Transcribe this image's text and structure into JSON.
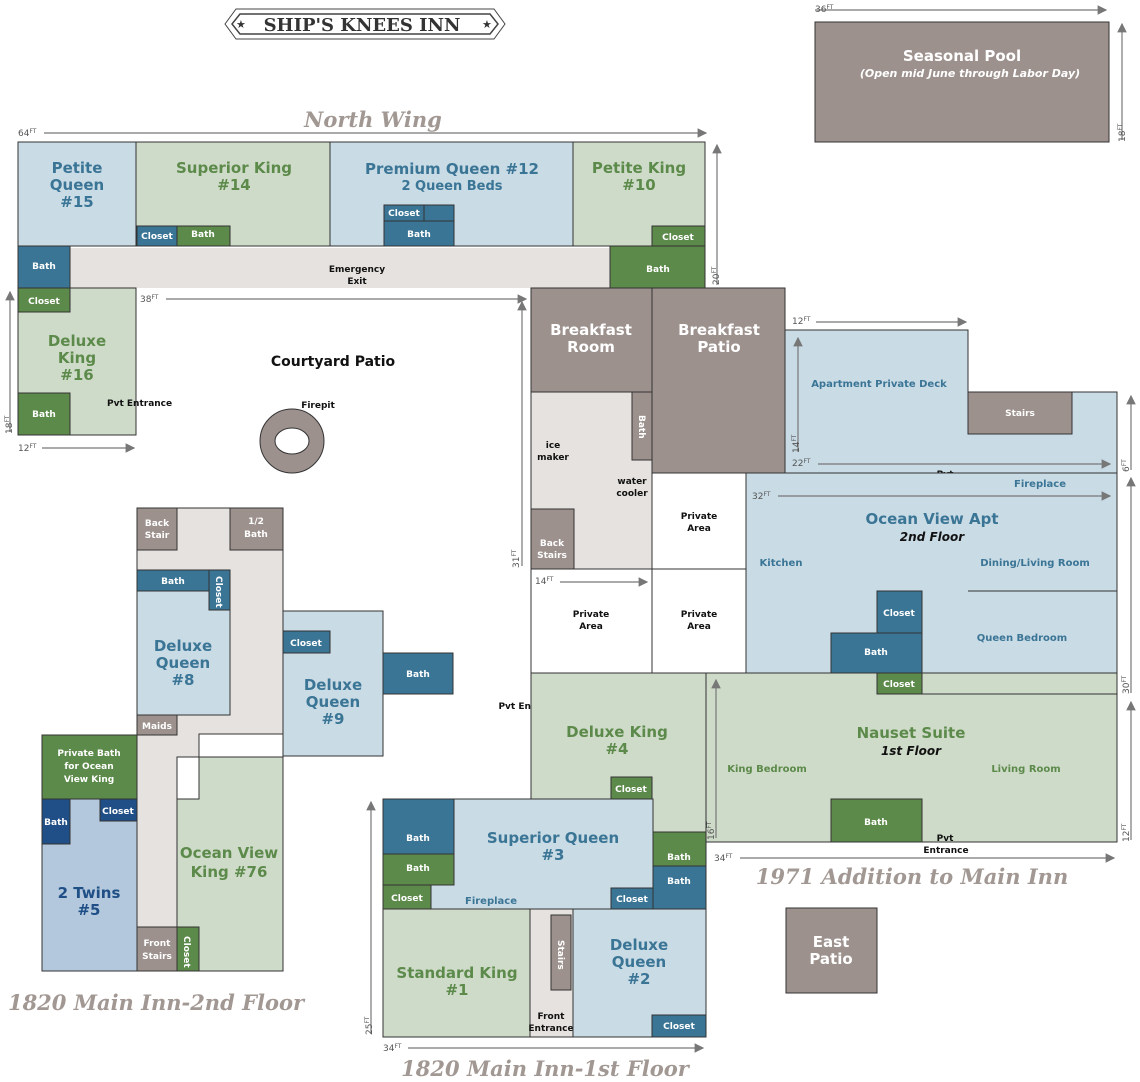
{
  "title": "SHIP'S KNEES INN",
  "sections": {
    "north_wing": "North Wing",
    "addition": "1971 Addition to Main Inn",
    "main_2nd": "1820 Main Inn-2nd Floor",
    "main_1st": "1820 Main Inn-1st Floor"
  },
  "pool": {
    "name": "Seasonal Pool",
    "note": "(Open mid June through Labor Day)"
  },
  "rooms": {
    "petite_queen_15": {
      "line1": "Petite",
      "line2": "Queen",
      "line3": "#15"
    },
    "superior_king_14": {
      "line1": "Superior King",
      "line2": "#14"
    },
    "premium_queen_12": {
      "line1": "Premium Queen #12",
      "line2": "2 Queen Beds"
    },
    "petite_king_10": {
      "line1": "Petite King",
      "line2": "#10"
    },
    "deluxe_king_16": {
      "line1": "Deluxe",
      "line2": "King",
      "line3": "#16"
    },
    "breakfast_room": {
      "line1": "Breakfast",
      "line2": "Room"
    },
    "breakfast_patio": {
      "line1": "Breakfast",
      "line2": "Patio"
    },
    "ocean_view_apt": {
      "line1": "Ocean View Apt",
      "line2": "2nd Floor"
    },
    "nauset_suite": {
      "line1": "Nauset Suite",
      "line2": "1st Floor"
    },
    "deluxe_queen_8": {
      "line1": "Deluxe",
      "line2": "Queen",
      "line3": "#8"
    },
    "deluxe_queen_9": {
      "line1": "Deluxe",
      "line2": "Queen",
      "line3": "#9"
    },
    "two_twins_5": {
      "line1": "2 Twins",
      "line2": "#5"
    },
    "ocean_view_king_76": {
      "line1": "Ocean View",
      "line2": "King #76"
    },
    "deluxe_king_4": {
      "line1": "Deluxe King",
      "line2": "#4"
    },
    "superior_queen_3": {
      "line1": "Superior Queen",
      "line2": "#3"
    },
    "standard_king_1": {
      "line1": "Standard King",
      "line2": "#1"
    },
    "deluxe_queen_2": {
      "line1": "Deluxe",
      "line2": "Queen",
      "line3": "#2"
    },
    "east_patio": {
      "line1": "East",
      "line2": "Patio"
    }
  },
  "labels": {
    "bath": "Bath",
    "closet": "Closet",
    "emergency_exit_1": "Emergency",
    "emergency_exit_2": "Exit",
    "courtyard_patio": "Courtyard Patio",
    "firepit": "Firepit",
    "pvt_entrance": "Pvt Entrance",
    "pvt": "Pvt",
    "entrance": "Entrance",
    "ice_1": "ice",
    "ice_2": "maker",
    "water_1": "water",
    "water_2": "cooler",
    "back_stairs_1": "Back",
    "back_stairs_2": "Stairs",
    "back_stair_1": "Back",
    "back_stair_2": "Stair",
    "half_bath_1": "1/2",
    "half_bath_2": "Bath",
    "private_1": "Private",
    "private_2": "Area",
    "apartment_deck": "Apartment Private Deck",
    "stairs": "Stairs",
    "fireplace": "Fireplace",
    "kitchen": "Kitchen",
    "dining_living": "Dining/Living Room",
    "queen_bedroom": "Queen Bedroom",
    "king_bedroom": "King Bedroom",
    "living_room": "Living Room",
    "maids": "Maids",
    "private_bath_1": "Private Bath",
    "private_bath_2": "for Ocean",
    "private_bath_3": "View King",
    "front_stairs_1": "Front",
    "front_stairs_2": "Stairs",
    "front_entrance_1": "Front",
    "front_entrance_2": "Entrance"
  },
  "dimensions": {
    "pool_w": "36",
    "pool_h": "18",
    "north_w": "64",
    "north_h": "20",
    "courtyard_w": "38",
    "wing_w": "12",
    "wing_h": "18",
    "deck_w": "12",
    "deck_h": "14",
    "deck2_w": "22",
    "deck2_h": "6",
    "apt_w": "32",
    "addition_h": "30",
    "main1_h": "31",
    "private_w": "14",
    "nauset_h": "16",
    "nauset_w": "34",
    "nauset2_h": "12",
    "main_h": "25",
    "main_w": "34",
    "unit": "FT"
  },
  "colors": {
    "green": "#cfdbc9",
    "green_dark": "#5c8a4a",
    "blue": "#c9dbe5",
    "blue_dark": "#3b7596",
    "navy": "#1f4f86",
    "gray_dark": "#9c918d",
    "gray_light": "#e6e2df",
    "outline": "#333333"
  }
}
